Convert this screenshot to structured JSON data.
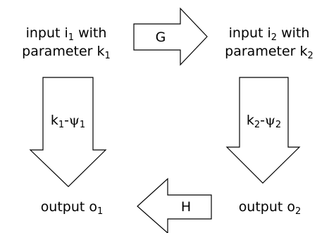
{
  "nodes": {
    "input_1": {
      "line1_pre": "input i",
      "line1_sub": "1",
      "line1_post": " with",
      "line2_pre": "parameter k",
      "line2_sub": "1"
    },
    "input_2": {
      "line1_pre": "input i",
      "line1_sub": "2",
      "line1_post": " with",
      "line2_pre": "parameter k",
      "line2_sub": "2"
    },
    "output_1": {
      "pre": "output o",
      "sub": "1"
    },
    "output_2": {
      "pre": "output o",
      "sub": "2"
    }
  },
  "arrows": {
    "g": {
      "label": "G"
    },
    "h": {
      "label": "H"
    },
    "left": {
      "a": "k",
      "a_sub": "1",
      "dash": "-",
      "psi": "ψ",
      "psi_sub": "1"
    },
    "right": {
      "a": "k",
      "a_sub": "2",
      "dash": "-",
      "psi": "ψ",
      "psi_sub": "2"
    }
  },
  "colors": {
    "stroke": "#000000",
    "fill": "#ffffff",
    "text": "#000000"
  }
}
